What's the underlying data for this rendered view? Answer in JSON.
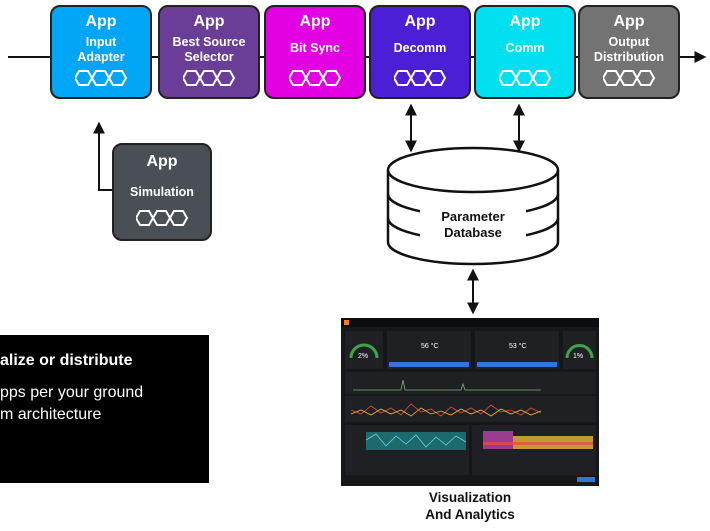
{
  "apps": [
    {
      "header": "App",
      "name": "Input Adapter",
      "color": "#00a6f5"
    },
    {
      "header": "App",
      "name": "Best Source Selector",
      "color": "#6a3d96"
    },
    {
      "header": "App",
      "name": "Bit Sync",
      "color": "#e300e3"
    },
    {
      "header": "App",
      "name": "Decomm",
      "color": "#4a1fd6"
    },
    {
      "header": "App",
      "name": "Comm",
      "color": "#00e0f0"
    },
    {
      "header": "App",
      "name": "Output Distribution",
      "color": "#737373"
    }
  ],
  "simulation": {
    "header": "App",
    "name": "Simulation",
    "color": "#4a4f55"
  },
  "database": {
    "label_line1": "Parameter",
    "label_line2": "Database"
  },
  "callout": {
    "heading": "alize or distribute",
    "line1": "pps per your ground",
    "line2": "m architecture"
  },
  "visualization": {
    "caption_line1": "Visualization",
    "caption_line2": "And Analytics"
  },
  "dashboard": {
    "gauge_left": "2%",
    "stat1": "56 °C",
    "stat2": "53 °C",
    "gauge_right": "1%"
  }
}
